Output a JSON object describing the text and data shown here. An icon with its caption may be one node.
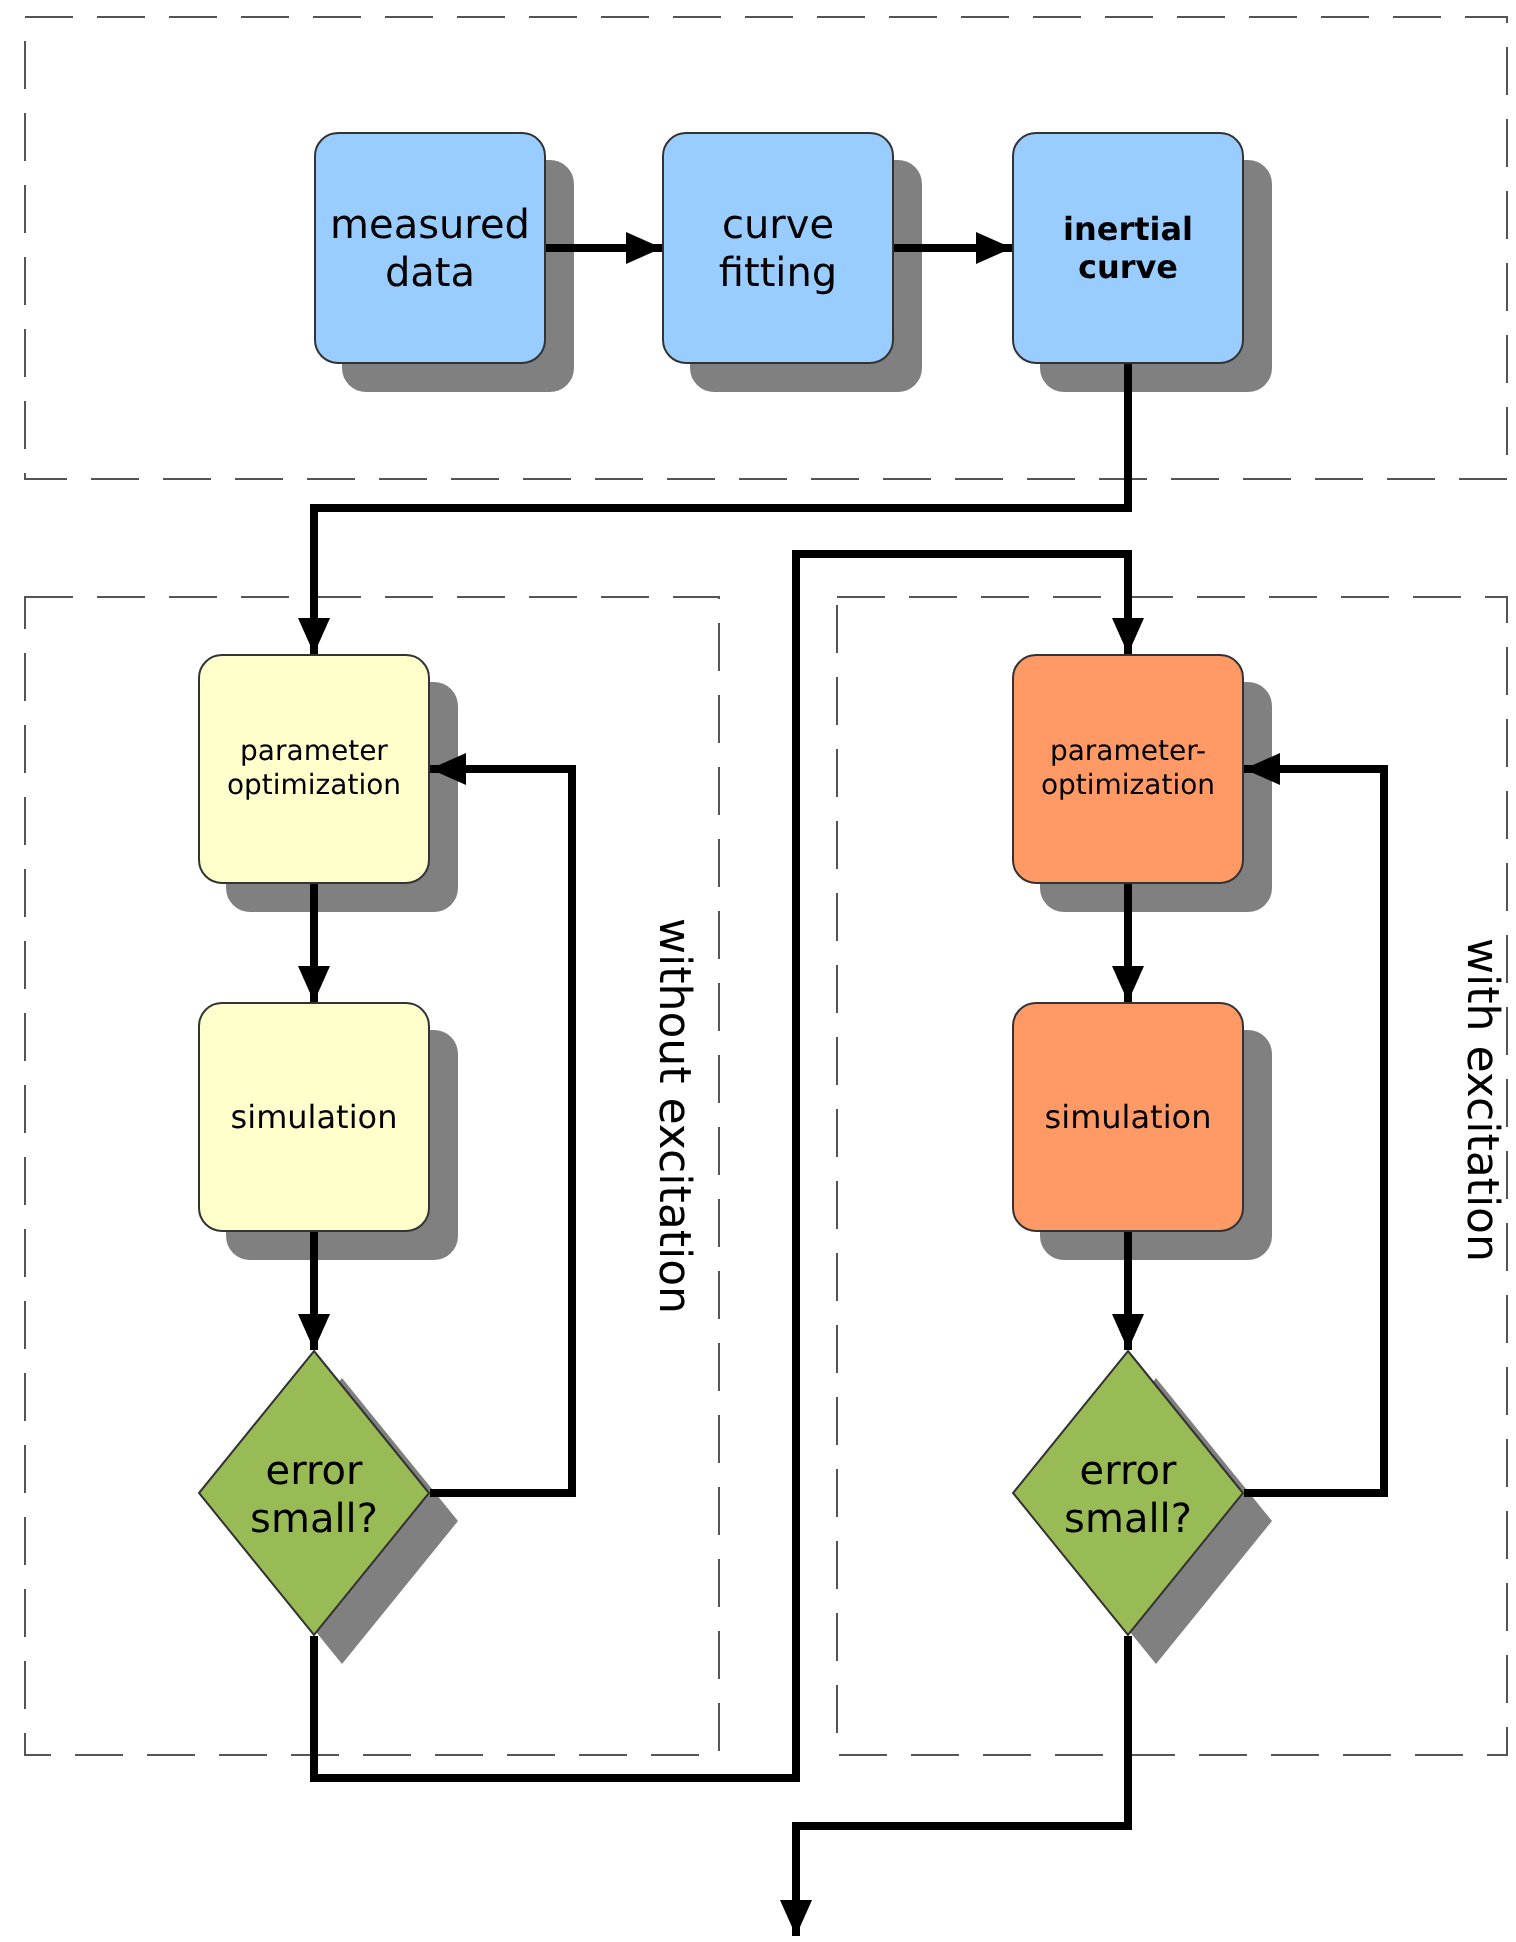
{
  "diagram": {
    "nodes": [
      {
        "text": [],
        "shape": "box"
      },
      {
        "text": [
          "measured data"
        ],
        "in": 0
      },
      {
        "text": [
          "curve fitting"
        ],
        "in": 0
      },
      {
        "text": [
          "inertial curve"
        ],
        "in": 0
      },
      {
        "text": [
          "without excitation"
        ]
      },
      {
        "text": [
          "parameter optimization"
        ],
        "in": 4
      },
      {
        "text": [
          "simulation"
        ],
        "in": 4
      },
      {
        "text": [
          "error small?"
        ],
        "in": 4
      },
      {
        "text": [
          "with excitation"
        ]
      },
      {
        "text": [
          "parameter-optimization"
        ],
        "in": 8
      },
      {
        "text": [
          "simulation"
        ],
        "in": 8
      },
      {
        "text": [
          "error small?"
        ],
        "in": 8
      }
    ],
    "edges": [
      {
        "from": 1,
        "to": 2,
        "arrow": "to"
      },
      {
        "from": 2,
        "to": 3,
        "arrow": "to"
      },
      {
        "from": 3,
        "to": 5,
        "arrow": "to"
      },
      {
        "from": 5,
        "to": 6,
        "arrow": "to"
      },
      {
        "from": 6,
        "to": 7,
        "arrow": "to"
      },
      {
        "from": 7,
        "to": 5,
        "arrow": "to"
      },
      {
        "from": 7,
        "to": 9,
        "arrow": "to"
      },
      {
        "from": 9,
        "to": 10,
        "arrow": "to"
      },
      {
        "from": 10,
        "to": 11,
        "arrow": "to"
      },
      {
        "from": 11,
        "to": 9,
        "arrow": "to"
      },
      {
        "from": 11,
        "to": null,
        "arrow": "to"
      }
    ]
  }
}
